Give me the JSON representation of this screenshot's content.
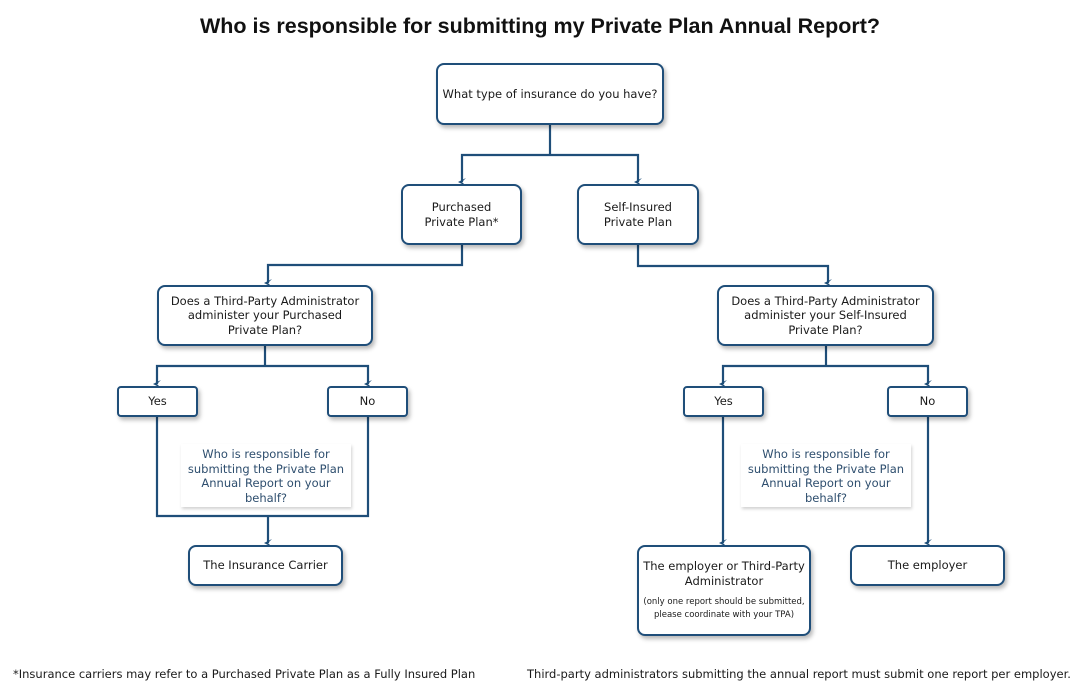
{
  "title": "Who is responsible for submitting my Private Plan Annual Report?",
  "colors": {
    "border": "#1f4e79",
    "line": "#1f4e79",
    "note_text": "#2e4e6e"
  },
  "nodes": {
    "root": "What type of insurance do you have?",
    "purchased": "Purchased\nPrivate Plan*",
    "self_insured": "Self-Insured\nPrivate Plan",
    "q_purchased": "Does a Third-Party Administrator\nadminister your Purchased\nPrivate Plan?",
    "q_self": "Does a Third-Party Administrator\nadminister your Self-Insured\nPrivate Plan?",
    "yes_left": "Yes",
    "no_left": "No",
    "yes_right": "Yes",
    "no_right": "No",
    "note_left": "Who is responsible for\nsubmitting the Private Plan\nAnnual Report on your\nbehalf?",
    "note_right": "Who is responsible for\nsubmitting the Private Plan\nAnnual Report on your\nbehalf?",
    "insurance_carrier": "The Insurance Carrier",
    "employer_tpa": "The employer or Third-Party\nAdministrator",
    "employer_tpa_note": "(only one report should be submitted,\nplease coordinate with your TPA)",
    "employer": "The employer"
  },
  "footnotes": {
    "left": "*Insurance carriers may refer to a Purchased Private Plan as a Fully Insured Plan",
    "right": "Third-party administrators submitting the annual report must submit one report per employer."
  }
}
